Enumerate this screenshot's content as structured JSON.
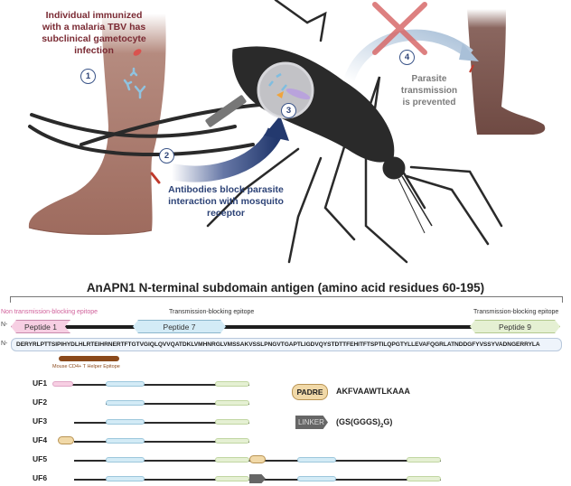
{
  "illustration": {
    "text_infected": [
      "Individual immunized",
      "with a malaria TBV has",
      "subclinical gametocyte",
      "infection"
    ],
    "text_block": [
      "Antibodies block parasite",
      "interaction with mosquito",
      "receptor"
    ],
    "text_prevented": [
      "Parasite",
      "transmission",
      "is prevented"
    ],
    "steps": [
      "1",
      "2",
      "3",
      "4"
    ],
    "colors": {
      "skin": "#9e6b5e",
      "skin_dark": "#6f4a43",
      "mosquito": "#2a2a2a",
      "arrow_blue": "#2d4377",
      "cross": "#d86a6a"
    }
  },
  "antigen": {
    "title": "AnAPN1 N-terminal subdomain antigen (amino acid residues 60-195)",
    "n_label": "N-",
    "epitopes": {
      "non_tb": "Non transmission-blocking epitope",
      "tb1": "Transmission-blocking epitope",
      "tb2": "Transmission-blocking epitope"
    },
    "peptides": [
      "Peptide 1",
      "Peptide 7",
      "Peptide 9"
    ],
    "sequence": "DERYRLPTTSIPIHYDLHLRTEIHRNERTFTGTVGIQLQVVQATDKLVMHNRGLVMSSAKVSSLPNGVTGAPTLIGDVQYSTDTTFEHITFTSPTILQPGTYLLEVAFQGRLATNDDGFYVSSYVADNGERRYLA",
    "helper_epitope": "Mouse CD4+ T Helper Epitope",
    "colors": {
      "peptide1": "#f7cfe3",
      "peptide7": "#d3ebf6",
      "peptide9": "#e5f0d3",
      "helper": "#8b4a1c"
    }
  },
  "constructs": {
    "rows": [
      {
        "label": "UF1"
      },
      {
        "label": "UF2"
      },
      {
        "label": "UF3"
      },
      {
        "label": "UF4"
      },
      {
        "label": "UF5"
      },
      {
        "label": "UF6"
      }
    ]
  },
  "legend": {
    "padre_label": "PADRE",
    "padre_seq": "AKFVAAWTLKAAA",
    "linker_label": "LINKER",
    "linker_seq_prefix": "(GS(GGGS)",
    "linker_seq_sub": "2",
    "linker_seq_suffix": "G)"
  }
}
